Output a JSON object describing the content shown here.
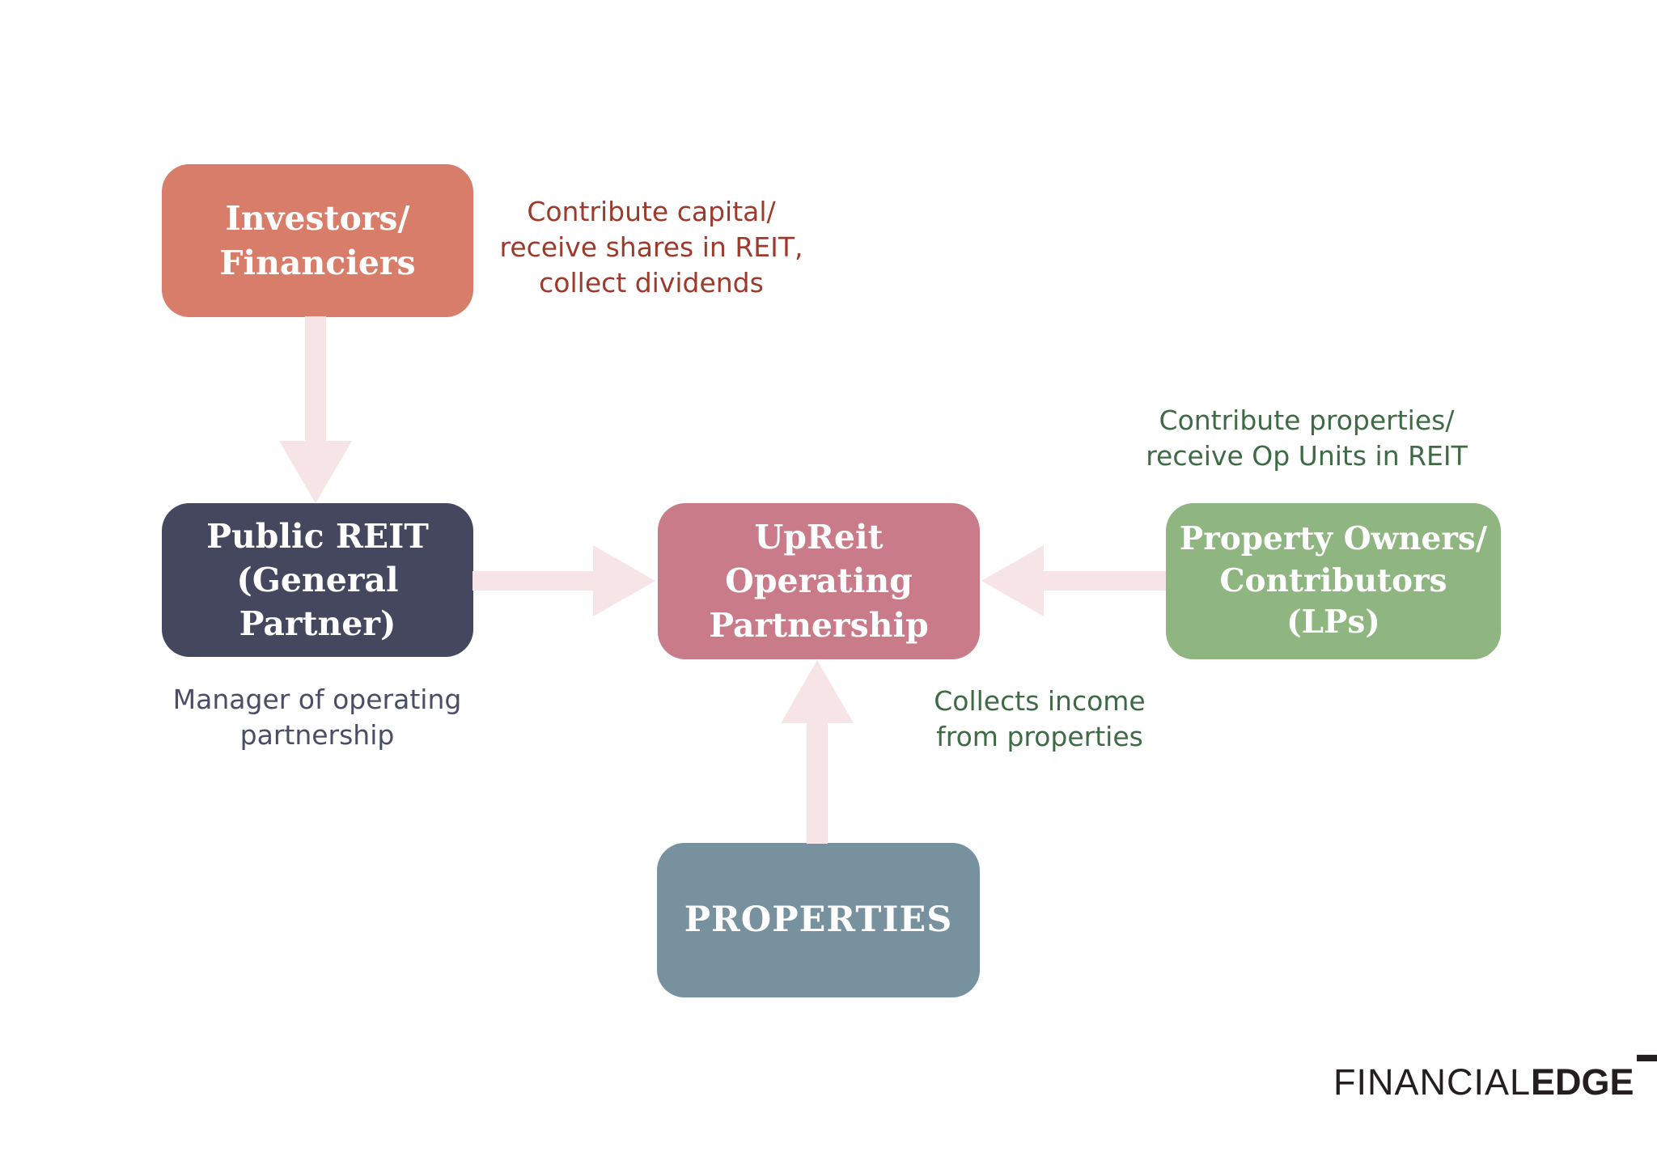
{
  "colors": {
    "background": "#FFFFFF",
    "salmon": "#D87D69",
    "navy": "#45475F",
    "rose": "#C97B89",
    "green": "#8FB581",
    "slate": "#78919F",
    "arrow": "#F7E4E6",
    "red_text": "#9E3A2B",
    "green_text": "#3E6B46",
    "navy_text": "#4A4D66",
    "logo": "#231F20"
  },
  "nodes": {
    "investors": {
      "label": "Investors/\nFinanciers"
    },
    "public_reit": {
      "label": "Public REIT\n(General Partner)"
    },
    "upreit": {
      "label": "UpReit\nOperating\nPartnership"
    },
    "property_owners": {
      "label": "Property Owners/\nContributors\n(LPs)"
    },
    "properties": {
      "label": "PROPERTIES"
    }
  },
  "annotations": {
    "investors_note": "Contribute capital/\nreceive shares in REIT,\ncollect dividends",
    "manager_note": "Manager of operating\npartnership",
    "contribute_note": "Contribute properties/\nreceive Op Units in REIT",
    "collects_note": "Collects income\nfrom properties"
  },
  "logo": {
    "thin": "FINANCIAL",
    "bold": "EDGE"
  }
}
